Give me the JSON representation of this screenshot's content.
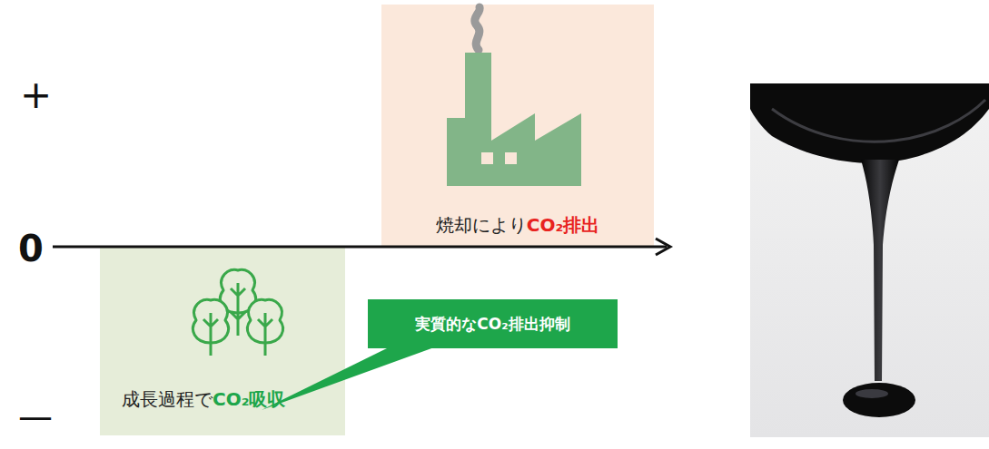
{
  "diagram": {
    "nodes": [
      {
        "text": [
          "焼却によりCO₂排出"
        ]
      },
      {
        "text": [
          "成長過程でCO₂吸収"
        ]
      },
      {
        "text": [
          "実質的なCO₂排出抑制"
        ]
      }
    ],
    "labels": [
      "+",
      "0",
      "—"
    ]
  }
}
